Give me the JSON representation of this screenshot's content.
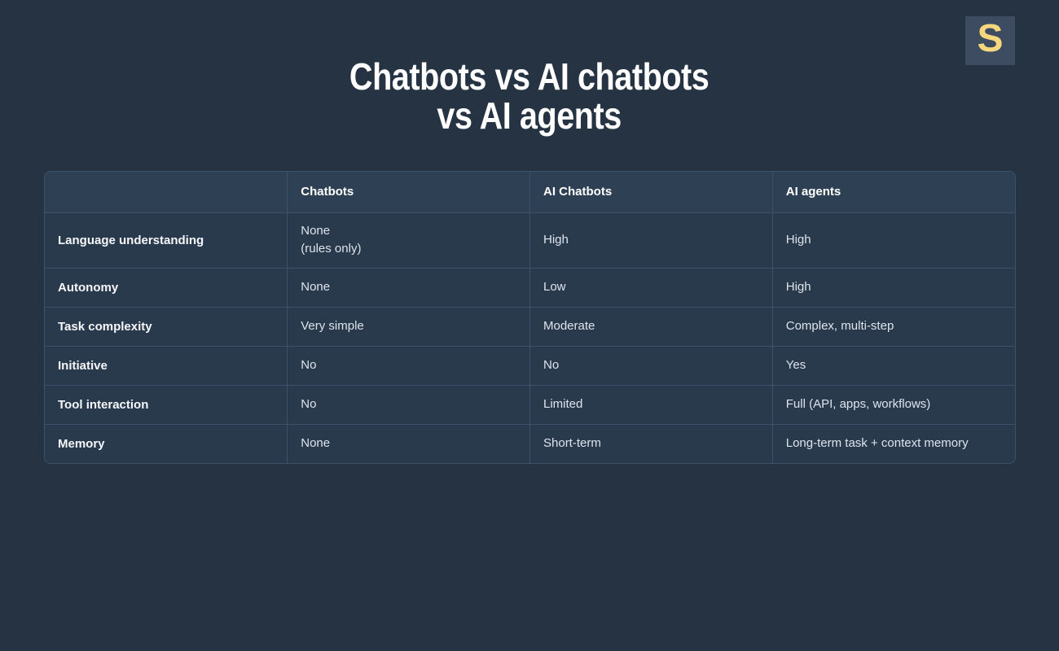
{
  "logo": {
    "letter": "S",
    "bg_color": "#3d4c60",
    "letter_color": "#f5d87e"
  },
  "title": {
    "line1": "Chatbots vs AI chatbots",
    "line2": "vs AI agents"
  },
  "colors": {
    "page_background": "#253342",
    "header_row_background": "#2e4154",
    "body_row_background": "#2a3a4d",
    "border": "#3e5169",
    "title_text": "#ffffff",
    "label_text": "#f5f7fa",
    "value_text": "#dde4ec"
  },
  "chart_data": {
    "type": "table",
    "title": "Chatbots vs AI chatbots vs AI agents",
    "columns": [
      "",
      "Chatbots",
      "AI Chatbots",
      "AI agents"
    ],
    "rows": [
      {
        "label": "Language understanding",
        "cells": [
          "None\n(rules only)",
          "High",
          "High"
        ]
      },
      {
        "label": "Autonomy",
        "cells": [
          "None",
          "Low",
          "High"
        ]
      },
      {
        "label": "Task complexity",
        "cells": [
          "Very simple",
          "Moderate",
          "Complex, multi-step"
        ]
      },
      {
        "label": "Initiative",
        "cells": [
          "No",
          "No",
          "Yes"
        ]
      },
      {
        "label": "Tool interaction",
        "cells": [
          "No",
          "Limited",
          "Full (API, apps, workflows)"
        ]
      },
      {
        "label": "Memory",
        "cells": [
          "None",
          "Short-term",
          "Long-term task + context memory"
        ]
      }
    ]
  }
}
